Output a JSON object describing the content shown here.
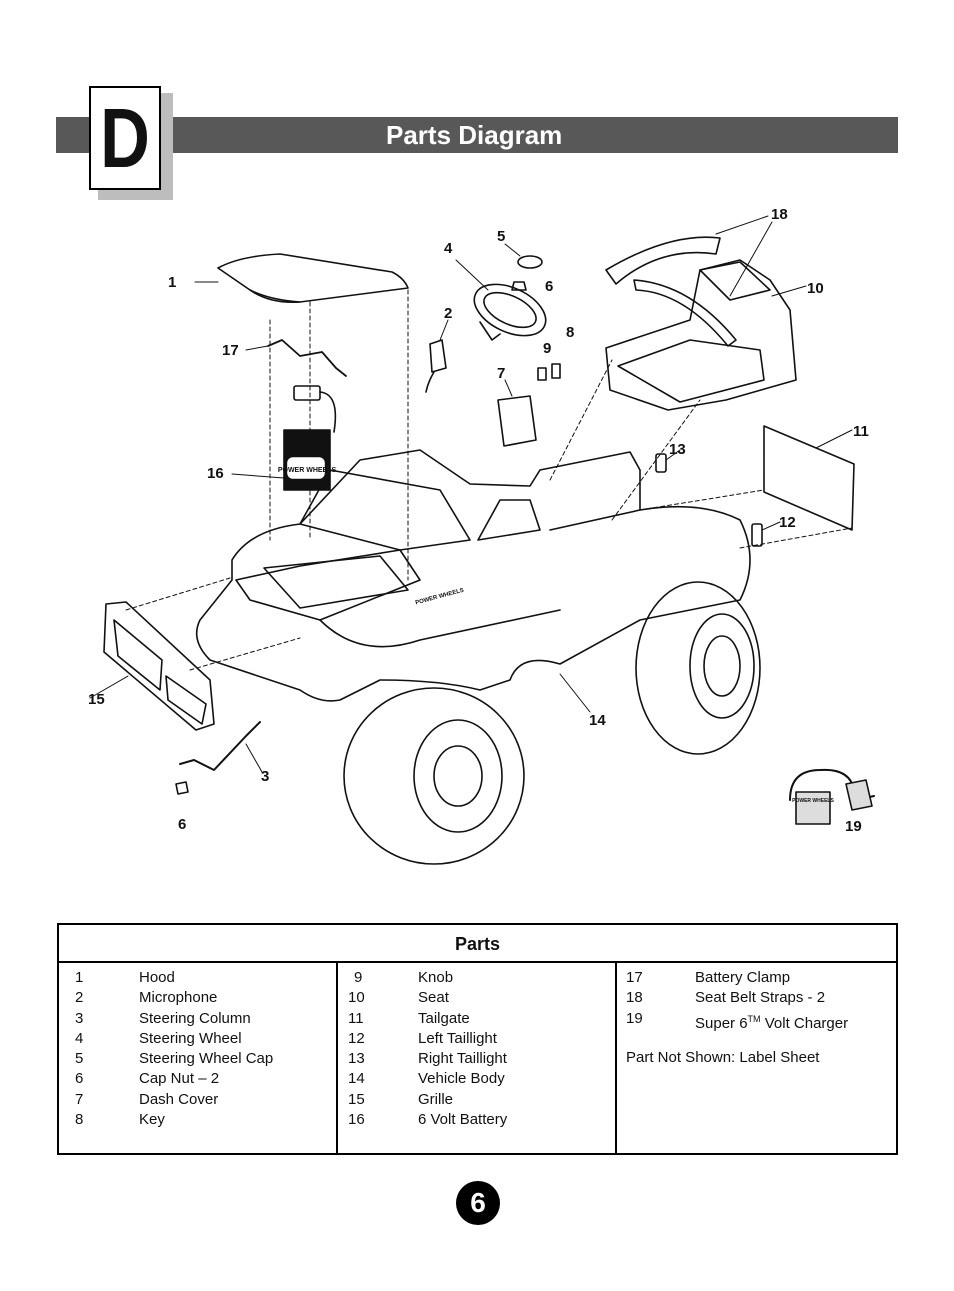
{
  "section": {
    "letter": "D",
    "title": "Parts Diagram"
  },
  "callouts": [
    "1",
    "2",
    "3",
    "4",
    "5",
    "6",
    "6",
    "7",
    "8",
    "9",
    "10",
    "11",
    "12",
    "13",
    "14",
    "15",
    "16",
    "17",
    "18",
    "19"
  ],
  "battery_label": "POWER WHEELS",
  "body_badge": "POWER WHEELS",
  "charger_label": "POWER WHEELS",
  "parts": {
    "heading": "Parts",
    "column1": [
      {
        "num": "1",
        "name": "Hood"
      },
      {
        "num": "2",
        "name": "Microphone"
      },
      {
        "num": "3",
        "name": "Steering Column"
      },
      {
        "num": "4",
        "name": "Steering Wheel"
      },
      {
        "num": "5",
        "name": "Steering Wheel Cap"
      },
      {
        "num": "6",
        "name": "Cap Nut – 2"
      },
      {
        "num": "7",
        "name": "Dash Cover"
      },
      {
        "num": "8",
        "name": "Key"
      }
    ],
    "column2": [
      {
        "num": "9",
        "name": "Knob"
      },
      {
        "num": "10",
        "name": "Seat"
      },
      {
        "num": "11",
        "name": "Tailgate"
      },
      {
        "num": "12",
        "name": "Left Taillight"
      },
      {
        "num": "13",
        "name": "Right Taillight"
      },
      {
        "num": "14",
        "name": "Vehicle Body"
      },
      {
        "num": "15",
        "name": "Grille"
      },
      {
        "num": "16",
        "name": "6 Volt Battery"
      }
    ],
    "column3": [
      {
        "num": "17",
        "name": "Battery Clamp"
      },
      {
        "num": "18",
        "name": "Seat Belt Straps - 2"
      },
      {
        "num": "19",
        "name_before": "Super 6",
        "name_sup": "TM",
        "name_after": " Volt Charger"
      }
    ],
    "note": "Part Not Shown: Label Sheet"
  },
  "page_number": "6"
}
